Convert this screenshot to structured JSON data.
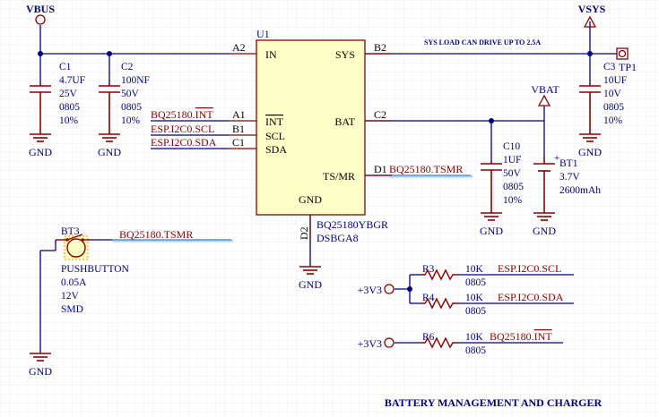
{
  "colors": {
    "wire": "#000080",
    "component": "#8b0000",
    "label": "#000080",
    "net": "#8b0000",
    "ic_fill": "#ffffc8",
    "ic_stroke": "#8b0000",
    "grid": "#efefef",
    "highlight": "#7ec8ff"
  },
  "title": "BATTERY MANAGEMENT AND CHARGER",
  "note": "SYS LOAD CAN DRIVE UP TO 2.5A",
  "power": {
    "vbus": "VBUS",
    "vsys": "VSYS",
    "vbat": "VBAT",
    "v3v3": "+3V3",
    "gnd": "GND"
  },
  "u1": {
    "ref": "U1",
    "part": "BQ25180YBGR",
    "package": "DSBGA8",
    "pins": {
      "in": "IN",
      "sys": "SYS",
      "int": "INT",
      "scl": "SCL",
      "sda": "SDA",
      "bat": "BAT",
      "tsmr": "TS/MR",
      "gnd": "GND"
    },
    "pin_numbers": {
      "a2": "A2",
      "b2": "B2",
      "a1": "A1",
      "b1": "B1",
      "c1": "C1",
      "c2": "C2",
      "d1": "D1",
      "d2": "D2"
    }
  },
  "c1": {
    "ref": "C1",
    "value": "4.7UF",
    "voltage": "25V",
    "size": "0805",
    "tol": "10%"
  },
  "c2": {
    "ref": "C2",
    "value": "100NF",
    "voltage": "50V",
    "size": "0805",
    "tol": "10%"
  },
  "c3": {
    "ref": "C3",
    "value": "10UF",
    "voltage": "10V",
    "size": "0805",
    "tol": "10%"
  },
  "c10": {
    "ref": "C10",
    "value": "1UF",
    "voltage": "50V",
    "size": "0805",
    "tol": "10%"
  },
  "bt1": {
    "ref": "BT1",
    "voltage": "3.7V",
    "capacity": "2600mAh"
  },
  "bt3": {
    "ref": "BT3",
    "name": "PUSHBUTTON",
    "current": "0.05A",
    "voltage": "12V",
    "mount": "SMD"
  },
  "tp1": {
    "ref": "TP1"
  },
  "r3": {
    "ref": "R3",
    "value": "10K",
    "size": "0805"
  },
  "r4": {
    "ref": "R4",
    "value": "10K",
    "size": "0805"
  },
  "r6": {
    "ref": "R6",
    "value": "10K",
    "size": "0805"
  },
  "nets": {
    "int_prefix": "BQ25180.",
    "int_overbar": "INT",
    "scl": "ESP.I2C0.SCL",
    "sda": "ESP.I2C0.SDA",
    "tsmr": "BQ25180.TSMR"
  }
}
